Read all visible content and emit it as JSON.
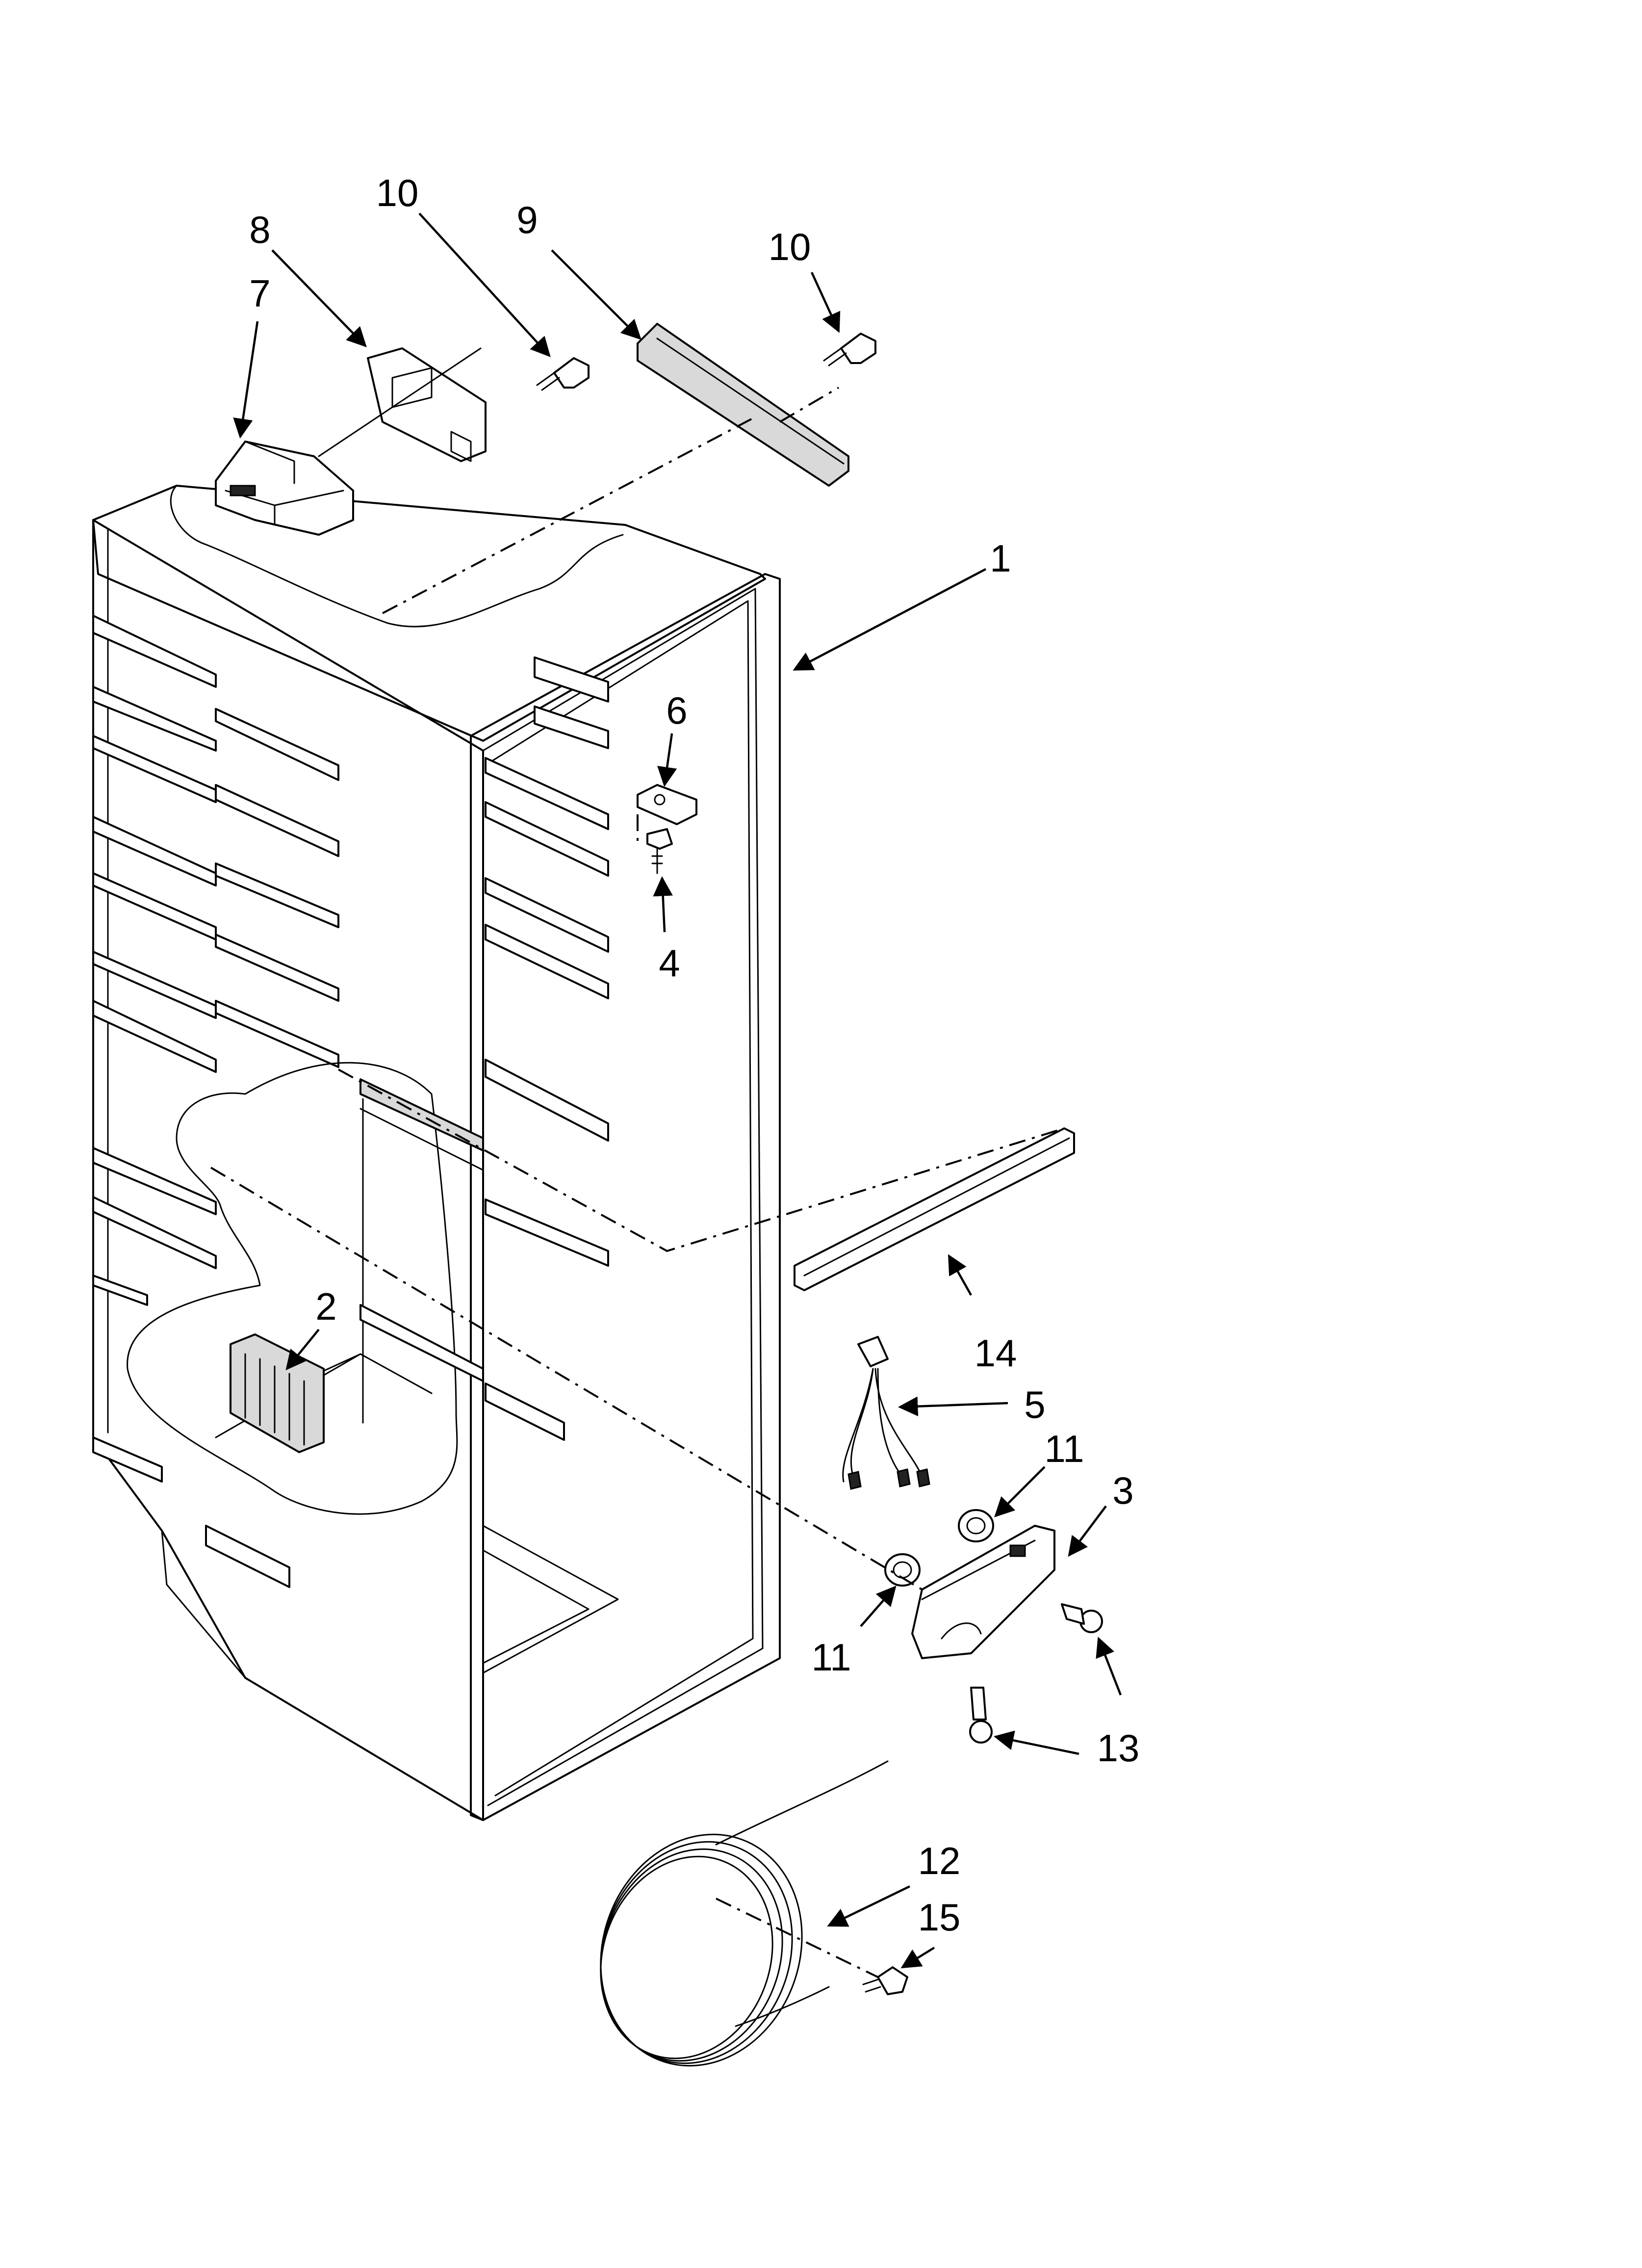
{
  "callouts": [
    {
      "id": "1",
      "text": "1"
    },
    {
      "id": "2",
      "text": "2"
    },
    {
      "id": "3",
      "text": "3"
    },
    {
      "id": "4",
      "text": "4"
    },
    {
      "id": "5",
      "text": "5"
    },
    {
      "id": "6",
      "text": "6"
    },
    {
      "id": "7",
      "text": "7"
    },
    {
      "id": "8",
      "text": "8"
    },
    {
      "id": "9",
      "text": "9"
    },
    {
      "id": "10a",
      "text": "10"
    },
    {
      "id": "10b",
      "text": "10"
    },
    {
      "id": "11a",
      "text": "11"
    },
    {
      "id": "11b",
      "text": "11"
    },
    {
      "id": "12",
      "text": "12"
    },
    {
      "id": "13",
      "text": "13"
    },
    {
      "id": "14",
      "text": "14"
    },
    {
      "id": "15",
      "text": "15"
    }
  ]
}
